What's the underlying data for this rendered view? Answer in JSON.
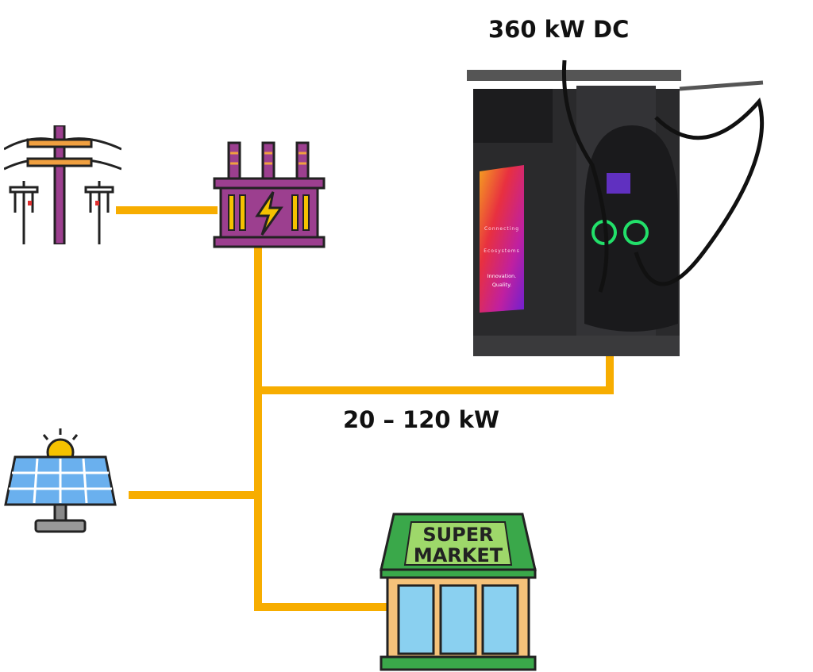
{
  "labels": {
    "charger_power": "360 kW DC",
    "grid_power": "20 – 120 kW"
  },
  "components": {
    "power_grid": "power-pole-icon",
    "transformer": "transformer-icon",
    "solar": "solar-panel-icon",
    "charger": "ev-charger-image",
    "supermarket": "supermarket-icon"
  },
  "supermarket_sign": [
    "SUPER",
    "MARKET"
  ],
  "charger_screen": [
    "Connecting",
    "Ecosystems",
    "Innovation.",
    "Quality."
  ],
  "colors": {
    "connection": "#f7ad00",
    "transformer": "#9c3f8f",
    "charger": "#2a2a2c",
    "charger_led": "#22e06a"
  }
}
